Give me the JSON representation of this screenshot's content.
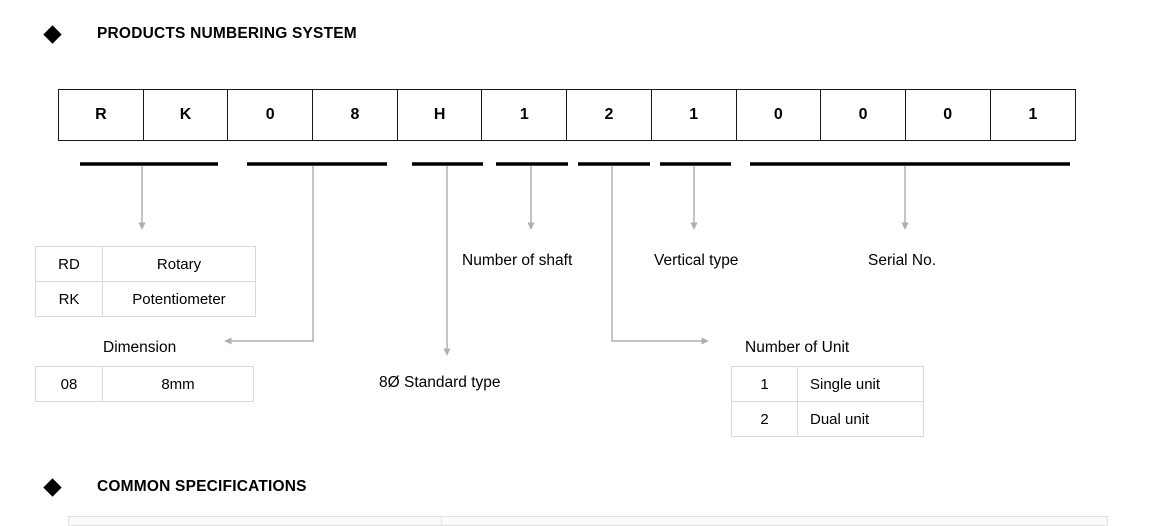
{
  "sections": {
    "numbering": {
      "title": "PRODUCTS NUMBERING SYSTEM",
      "bullet": "diamond-bullet-icon"
    },
    "common": {
      "title": "COMMON SPECIFICATIONS",
      "bullet": "diamond-bullet-icon"
    }
  },
  "part_number": {
    "cells": [
      "R",
      "K",
      "0",
      "8",
      "H",
      "1",
      "2",
      "1",
      "0",
      "0",
      "0",
      "1"
    ]
  },
  "labels": {
    "number_of_shaft": "Number of shaft",
    "vertical_type": "Vertical type",
    "serial_no": "Serial No.",
    "dimension": "Dimension",
    "standard_type": "8Ø Standard type",
    "number_of_unit": "Number of Unit"
  },
  "type_legend": {
    "rows": [
      {
        "code": "RD",
        "name": "Rotary"
      },
      {
        "code": "RK",
        "name": "Potentiometer"
      }
    ]
  },
  "dimension_legend": {
    "rows": [
      {
        "code": "08",
        "name": "8mm"
      }
    ]
  },
  "unit_legend": {
    "rows": [
      {
        "code": "1",
        "name": "Single unit"
      },
      {
        "code": "2",
        "name": "Dual unit"
      }
    ]
  },
  "colors": {
    "text": "#000000",
    "cell_border": "#1a1a1a",
    "legend_border": "#d9d9d9",
    "connector": "#b0b0b0",
    "bracket": "#000000"
  }
}
